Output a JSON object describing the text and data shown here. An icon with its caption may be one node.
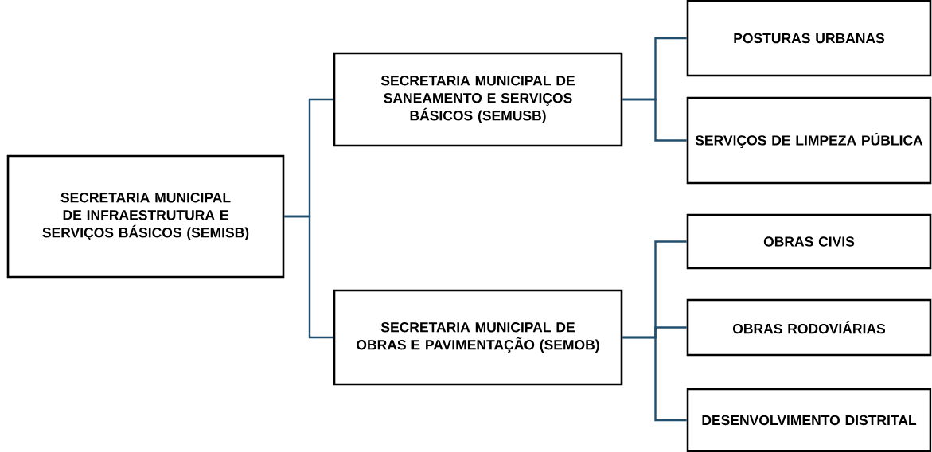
{
  "diagram": {
    "nodes": [
      {
        "text": [
          "SECRETARIA MUNICIPAL DE INFRAESTRUTURA E SERVIÇOS BÁSICOS (SEMISB)"
        ]
      },
      {
        "text": [
          "SECRETARIA MUNICIPAL DE SANEAMENTO E SERVIÇOS BÁSICOS (SEMUSB)"
        ]
      },
      {
        "text": [
          "POSTURAS URBANAS"
        ]
      },
      {
        "text": [
          "SERVIÇOS DE LIMPEZA PÚBLICA"
        ]
      },
      {
        "text": [
          "SECRETARIA MUNICIPAL DE OBRAS E PAVIMENTAÇÃO (SEMOB)"
        ]
      },
      {
        "text": [
          "OBRAS CIVIS"
        ]
      },
      {
        "text": [
          "OBRAS RODOVIÁRIAS"
        ]
      },
      {
        "text": [
          "DESENVOLVIMENTO DISTRITAL"
        ]
      }
    ],
    "edges": [
      {
        "from": 0,
        "to": 1,
        "arrow": "none"
      },
      {
        "from": 0,
        "to": 4,
        "arrow": "none"
      },
      {
        "from": 1,
        "to": 2,
        "arrow": "none"
      },
      {
        "from": 1,
        "to": 3,
        "arrow": "none"
      },
      {
        "from": 4,
        "to": 5,
        "arrow": "none"
      },
      {
        "from": 4,
        "to": 6,
        "arrow": "none"
      },
      {
        "from": 4,
        "to": 7,
        "arrow": "none"
      }
    ]
  }
}
